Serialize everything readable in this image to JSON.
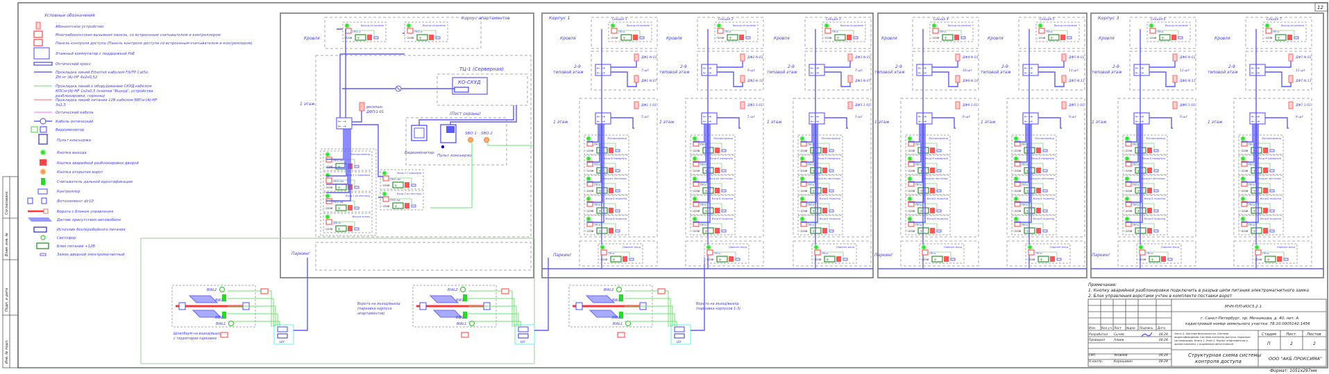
{
  "legend": {
    "title": "Условные обозначения",
    "items": [
      {
        "icon": "subscriber-device-icon",
        "label": "Абонентское устройство"
      },
      {
        "icon": "call-panel-icon",
        "label": "Многоабонентская вызывная панель, со встроенным считывателем и контроллером"
      },
      {
        "icon": "access-panel-icon",
        "label": "Панель контроля доступа (Панель контроля доступа со встроенным считывателем и контроллером)"
      },
      {
        "icon": "poe-switch-icon",
        "label": "Этажный коммутатор с поддержкой PoE"
      },
      {
        "icon": "optical-cross-icon",
        "label": "Оптический кросс"
      },
      {
        "icon": "ethernet-line-icon",
        "label": "Прокладка линий Ethernet кабелем F/UTP Cat5e",
        "label2": "ZH нг (А)-HF 4х2х0,52"
      },
      {
        "icon": "skud-line-icon",
        "label": "Прокладка линий к оборудованию СКУД кабелем",
        "label2": "КПСнг(А)-HF 1х2х0.5 (кнопки \"Выход\", устройства",
        "label3": "разблокировки, герконы)"
      },
      {
        "icon": "power-line-icon",
        "label": "Прокладка линий питания 12В кабелем ВВГнг(А)-HF",
        "label2": "3х1,5"
      },
      {
        "icon": "optical-cable-line-icon",
        "label": "Оптический кабель"
      },
      {
        "icon": "optical-cable-icon",
        "label": "Кабель оптический"
      },
      {
        "icon": "video-monitor-icon",
        "label": "Видеомонитор"
      },
      {
        "icon": "concierge-console-icon",
        "label": "Пульт консьержа"
      },
      {
        "icon": "exit-button-icon",
        "label": "Кнопка выхода"
      },
      {
        "icon": "emergency-unlock-icon",
        "label": "Кнопка аварийной разблокировки дверей"
      },
      {
        "icon": "gate-open-button-icon",
        "label": "Кнопка открытия ворот"
      },
      {
        "icon": "long-range-reader-icon",
        "label": "Считыватель дальней идентификации"
      },
      {
        "icon": "controller-icon",
        "label": "Контроллер"
      },
      {
        "icon": "photocell-icon",
        "label": "Фотоэлемент dir10"
      },
      {
        "icon": "gate-icon",
        "label": "Ворота с блоком управления"
      },
      {
        "icon": "vehicle-sensor-icon",
        "label": "Датчик присутствия автомобиля"
      },
      {
        "icon": "ups-icon",
        "label": "Источник бесперебойного питания"
      },
      {
        "icon": "traffic-light-icon",
        "label": "Светофор"
      },
      {
        "icon": "psu-icon",
        "label": "Блок питания +12В"
      },
      {
        "icon": "maglock-icon",
        "label": "Замок дверной электромагнитный"
      }
    ]
  },
  "side_stamp": [
    "Согласовано",
    "Взам. инв. №",
    "Подп. и дата",
    "Инв. № подл."
  ],
  "sheet_no": "12",
  "apartments": {
    "title": "Корпус апартаментов",
    "roof_label": "Кровля",
    "floor1_label": "1 этаж",
    "parking_label": "Паркинг",
    "roof_entry": "Выход на кровлю",
    "roof_panel": "ПН1-к",
    "v220": "~220В",
    "server_room": "ТЦ-1 (Серверная)",
    "ko_skud": "КО-СКУД",
    "guard_post": "(Пост охраны)",
    "reception": "ресепшн",
    "reception_tag": "ДФП-1-01",
    "video_monitor": "Видеомонитор",
    "console": "Пульт консьержа",
    "sbo1": "SBO 1",
    "sbo2": "SBO 2",
    "entries_left": [
      "Мусоропровод",
      "Вход 1 с парковки",
      "Вход 1 из лестниц",
      "Вход в холлы"
    ],
    "entries_right": [
      "Вход 2 с парковки",
      "Вход 2 из лестниц"
    ],
    "panel_tags_left": [
      "ПН1-пм",
      "ПН1-пм",
      "ПН1-лд",
      "ДМ-m"
    ],
    "panel_tags_right": [
      "ПН2-пм",
      "ПН2-лд"
    ]
  },
  "gates": [
    {
      "caption1": "Шлагбаум на въезд/выезд",
      "caption2": "с территории парковки",
      "caption3": ""
    },
    {
      "caption1": "Ворота на въезд/выезд",
      "caption2": "(парковка корпуса",
      "caption3": "апартаментов)"
    },
    {
      "caption1": "Ворота на въезд/выезд",
      "caption2": "(парковка корпусов 1-3)",
      "caption3": ""
    }
  ],
  "gate_labels": {
    "bial1": "BIAL1",
    "bial2": "BIAL2",
    "bw1": "BW1",
    "bw2": "BW2",
    "cabinet": "ШУ"
  },
  "buildings": [
    {
      "title": "Корпус 1",
      "sections": [
        {
          "name": "Секция 1",
          "typ_tag1": "ДФ1-N-01",
          "typ_tag2": "ДФ1-N-07",
          "typ_count": "7 шт",
          "f1_tag": "ДФ1-1-01",
          "f1_count": "5 шт"
        },
        {
          "name": "Секция 2",
          "typ_tag1": "ДФ2-N-01",
          "typ_tag2": "ДФ2-N-10",
          "typ_count": "9 шт",
          "f1_tag": "ДФ2-1-01",
          "f1_count": "5 шт"
        },
        {
          "name": "Секция 3",
          "typ_tag1": "ДФ3-N-01",
          "typ_tag2": "ДФ3-N-07",
          "typ_count": "7 шт",
          "f1_tag": "ДФ3-1-01",
          "f1_count": "5 шт"
        }
      ]
    },
    {
      "title": "",
      "sections": [
        {
          "name": "Секция 4",
          "typ_tag1": "ДФ4-N-01",
          "typ_tag2": "ДФ4-N-10",
          "typ_count": "10 шт",
          "f1_tag": "ДФ4-1-01",
          "f1_count": "9 шт"
        },
        {
          "name": "Секция 5",
          "typ_tag1": "ДФ5-N-01",
          "typ_tag2": "ДФ5-N-11",
          "typ_count": "11 шт",
          "f1_tag": "ДФ5-1-01",
          "f1_count": "9 шт"
        }
      ]
    },
    {
      "title": "Корпус 3",
      "sections": [
        {
          "name": "Секция 6",
          "typ_tag1": "ДФ6-N-01",
          "typ_tag2": "ДФ6-N-11",
          "typ_count": "11 шт",
          "f1_tag": "ДФ6-1-01",
          "f1_count": "9 шт"
        },
        {
          "name": "Секция 7",
          "typ_tag1": "ДФ7-N-01",
          "typ_tag2": "ДФ7-N-11",
          "typ_count": "11 шт",
          "f1_tag": "ДФ7-1-01",
          "f1_count": "9 шт"
        }
      ]
    }
  ],
  "floor_labels": {
    "roof": "Кровля",
    "typ1": "2-9",
    "typ2": "типовой этаж",
    "floor1": "1 этаж",
    "parking": "Паркинг"
  },
  "section_entries": [
    "Мусоропровод",
    "Вход В парадную",
    "Вход из лестницы",
    "Вход Б подъезд",
    "Вход Б подъезд"
  ],
  "section_parking_entry": "Паркинг вход",
  "section_panel": "ПН-к",
  "notes": {
    "title": "Примечание:",
    "items": [
      "1.   Кнопку аварийной разблокировки подключить в разрыв цепи питания электромагнитного замка",
      "2.   Блок управления воротами учтен в комплекте поставки ворот"
    ]
  },
  "title_block": {
    "code": "МЧН-П/П-ИОС5.2.1",
    "address1": "г. Санкт-Петербург, пр. Мечникова, д. 40, лит. А",
    "address2": "кадастровый номер земельного участка: 78:10:0005142:1456",
    "headers": [
      "Изм.",
      "Кол.уч.",
      "Лист",
      "№док.",
      "Подпись",
      "Дата"
    ],
    "rows": [
      {
        "role": "Разработал",
        "name": "Сычев",
        "date": "08.24"
      },
      {
        "role": "Проверил",
        "name": "Алиев",
        "date": "08.24"
      },
      {
        "role": "ГИП",
        "name": "Яковлев",
        "date": "08.24"
      },
      {
        "role": "Н.контр.",
        "name": "Корошавин",
        "date": "08.24"
      }
    ],
    "description": [
      "Часть 2. Система безопасности. Система",
      "видеонаблюдения. Система контроля доступа. Охранная",
      "сигнализация. Книга 1. Этап 1. Корпус апартаментов и",
      "жилой комплекс с подземным автостоянкой."
    ],
    "stage_h": "Стадия",
    "sheet_h": "Лист",
    "sheets_h": "Листов",
    "stage": "П",
    "sheet": "2",
    "sheets": "2",
    "drawing_title1": "Структурная схема системы",
    "drawing_title2": "контроля доступа",
    "company": "ООО \"АКБ ПРОКСИМА\"",
    "format": "Формат: 1051х297мм"
  },
  "colors": {
    "line_blue": "#5a5aff",
    "line_green": "#6fe06f",
    "line_red": "#ff6666",
    "text": "#3b3bff",
    "psu": "#3a9a3a"
  }
}
